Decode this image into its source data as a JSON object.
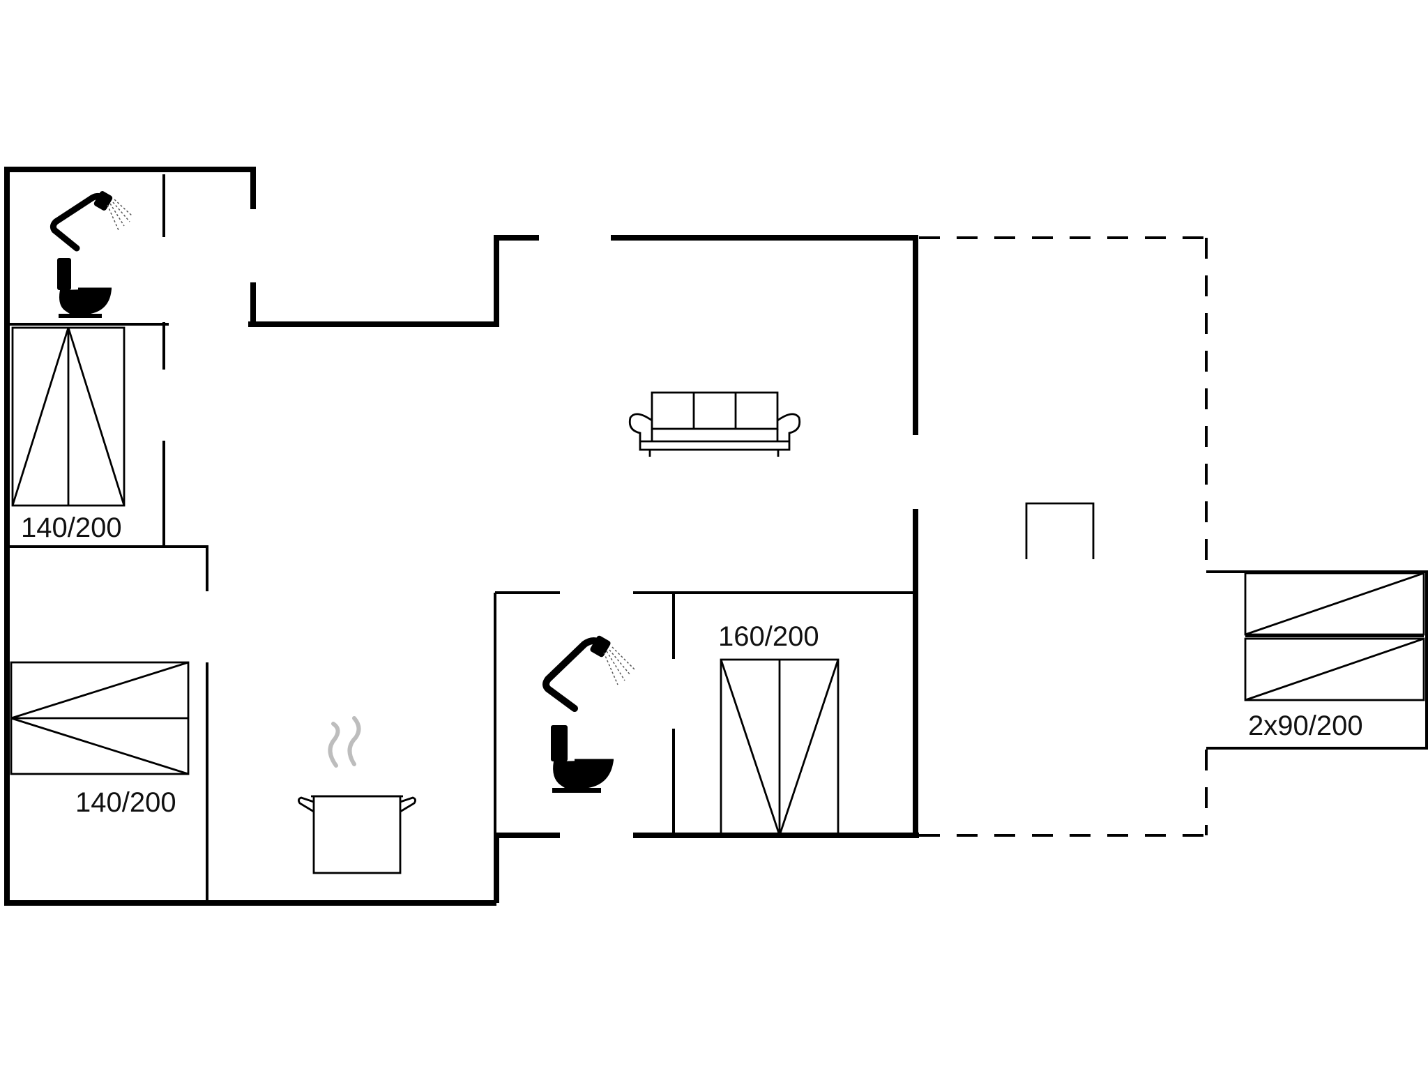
{
  "floorplan": {
    "beds": {
      "bed_top_left": "140/200",
      "bed_bottom_left": "140/200",
      "bed_center": "160/200",
      "bed_right": "2x90/200"
    },
    "icons": {
      "shower_1": "shower-icon",
      "toilet_1": "toilet-icon",
      "shower_2": "shower-icon",
      "toilet_2": "toilet-icon",
      "sofa": "sofa-icon",
      "cooking_pot": "cooking-pot-icon",
      "fireplace": "fireplace-icon"
    },
    "colors": {
      "walls": "#000000",
      "steam": "#bdbdbd",
      "background": "#ffffff"
    }
  }
}
